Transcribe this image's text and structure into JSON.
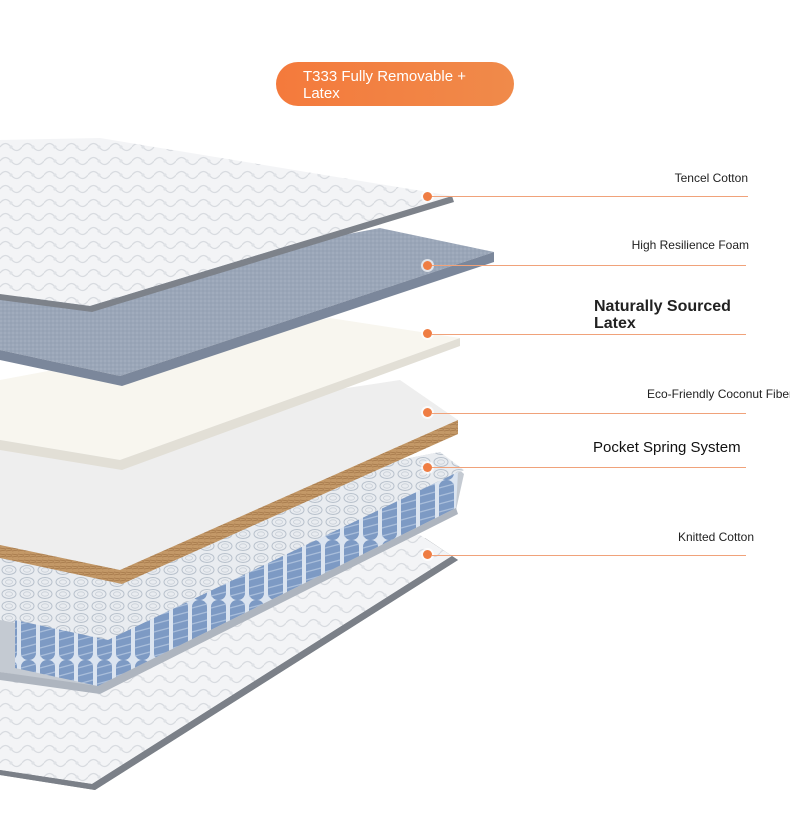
{
  "badge": {
    "text": "T333 Fully Removable + Latex"
  },
  "layers": [
    {
      "id": "tencel",
      "label": "Tencel Cotton"
    },
    {
      "id": "foam",
      "label": "High Resilience Foam"
    },
    {
      "id": "latex",
      "label": "Naturally Sourced Latex"
    },
    {
      "id": "coconut",
      "label": "Eco-Friendly Coconut Fiber"
    },
    {
      "id": "spring",
      "label": "Pocket Spring System"
    },
    {
      "id": "knit",
      "label": "Knitted Cotton"
    }
  ],
  "colors": {
    "accent": "#ef7d43",
    "leader": "#f0a27a",
    "foam": "#8e9cb0",
    "coconut": "#b98a58",
    "spring_coil": "#7d9ac4"
  }
}
